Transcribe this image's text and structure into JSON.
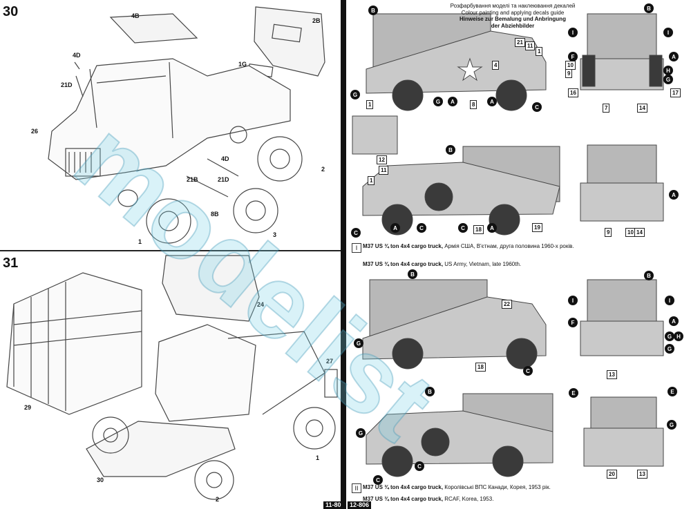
{
  "left_page": {
    "step_30": {
      "number": "30",
      "parts": [
        "4B",
        "2B",
        "4D",
        "21D",
        "1G",
        "26",
        "2",
        "21B",
        "21D",
        "4D",
        "8B",
        "1",
        "3"
      ]
    },
    "step_31": {
      "number": "31",
      "parts": [
        "24",
        "27",
        "29",
        "30",
        "1",
        "2"
      ]
    },
    "page_number": "11-80"
  },
  "right_page": {
    "title": {
      "ua": "Розфарбування моделі та наклеювання декалей",
      "en": "Colour painting and applying decals guide",
      "de1": "Hinweise zur Bemalung und Anbringung",
      "de2": "der Abziehbilder"
    },
    "scheme_1": {
      "roman": "I",
      "caption_ua_bold": "M37 US ¾ ton 4x4 cargo truck,",
      "caption_ua": "Армія США, В'єтнам, друга половина 1960-х років.",
      "caption_en_bold": "M37 US ¾ ton 4x4 cargo truck,",
      "caption_en": "US Army, Vietnam, late 1960th.",
      "callouts": [
        "B",
        "G",
        "G",
        "A",
        "A",
        "C",
        "B",
        "I",
        "I",
        "F",
        "A",
        "H",
        "G",
        "B",
        "C",
        "A",
        "C",
        "C",
        "A",
        "A"
      ],
      "boxes": [
        "21",
        "11",
        "1",
        "4",
        "1",
        "8",
        "10",
        "9",
        "16",
        "7",
        "14",
        "17",
        "12",
        "11",
        "1",
        "18",
        "19",
        "9",
        "10",
        "14"
      ]
    },
    "scheme_2": {
      "roman": "II",
      "caption_ua_bold": "M37 US ¾ ton 4x4 cargo truck,",
      "caption_ua": "Королівські ВПС Канади, Корея, 1953 рік.",
      "caption_en_bold": "M37 US ¾ ton 4x4 cargo truck,",
      "caption_en": "RCAF, Korea, 1953.",
      "callouts": [
        "B",
        "G",
        "C",
        "B",
        "I",
        "I",
        "F",
        "A",
        "G",
        "H",
        "G",
        "B",
        "G",
        "C",
        "C",
        "E",
        "E",
        "G"
      ],
      "boxes": [
        "22",
        "18",
        "13",
        "20",
        "13"
      ]
    },
    "page_number": "12-806"
  },
  "watermark": "modelist"
}
